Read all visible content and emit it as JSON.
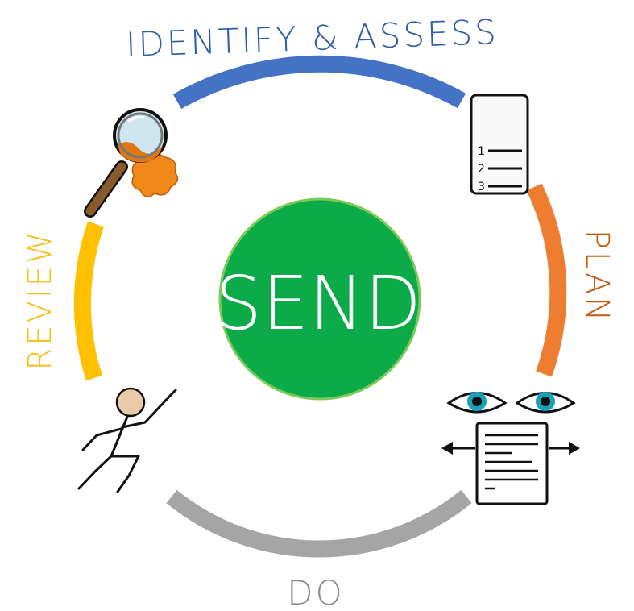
{
  "center": {
    "label": "SEND",
    "fill": "#0DAA4A",
    "stroke": "#7CCB58",
    "text_color": "#ffffff"
  },
  "stages": [
    {
      "id": "identify",
      "label": "IDENTIFY & ASSESS",
      "color": "#4472C4",
      "icon": "document-list-icon"
    },
    {
      "id": "plan",
      "label": "PLAN",
      "color": "#ED7D31",
      "icon": "eyes-document-icon"
    },
    {
      "id": "do",
      "label": "DO",
      "color": "#A5A5A5",
      "icon": "running-person-icon"
    },
    {
      "id": "review",
      "label": "REVIEW",
      "color": "#FFC000",
      "icon": "magnifying-glass-icon"
    }
  ],
  "icon_labels": {
    "list_numbers": [
      "1",
      "2",
      "3"
    ]
  },
  "label_colors": {
    "identify": "#2E5FA8",
    "plan": "#C55A11",
    "do": "#8C8C8C",
    "review": "#F5C21B"
  }
}
